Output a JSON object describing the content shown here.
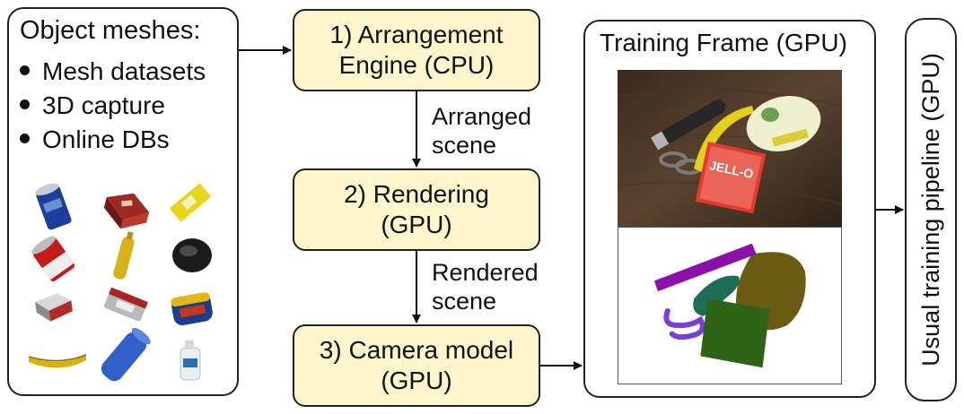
{
  "left_panel": {
    "title": "Object meshes:",
    "bullets": [
      "Mesh datasets",
      "3D capture",
      "Online DBs"
    ],
    "thumbnails": [
      "can-icon",
      "box-icon",
      "yellow-box-icon",
      "soup-can-icon",
      "mustard-bottle-icon",
      "bowl-icon",
      "small-box-icon",
      "wrapped-box-icon",
      "spam-can-icon",
      "banana-icon",
      "blue-cylinder-icon",
      "bleach-bottle-icon"
    ]
  },
  "stages": [
    {
      "line1": "1) Arrangement",
      "line2": "Engine (CPU)"
    },
    {
      "line1": "2) Rendering",
      "line2": "(GPU)"
    },
    {
      "line1": "3) Camera model",
      "line2": "(GPU)"
    }
  ],
  "edges": [
    {
      "line1": "Arranged",
      "line2": "scene"
    },
    {
      "line1": "Rendered",
      "line2": "scene"
    }
  ],
  "frame": {
    "title": "Training Frame (GPU)",
    "jello_label": "JELL-O"
  },
  "pipeline": {
    "label": "Usual training pipeline (GPU)"
  },
  "colors": {
    "stage_fill": "#fdf6cc",
    "seg_purple": "#8a10a8",
    "seg_teal": "#1e6b58",
    "seg_olive": "#6b5a12",
    "seg_green": "#2e6416",
    "seg_violet": "#7a3dd6"
  }
}
